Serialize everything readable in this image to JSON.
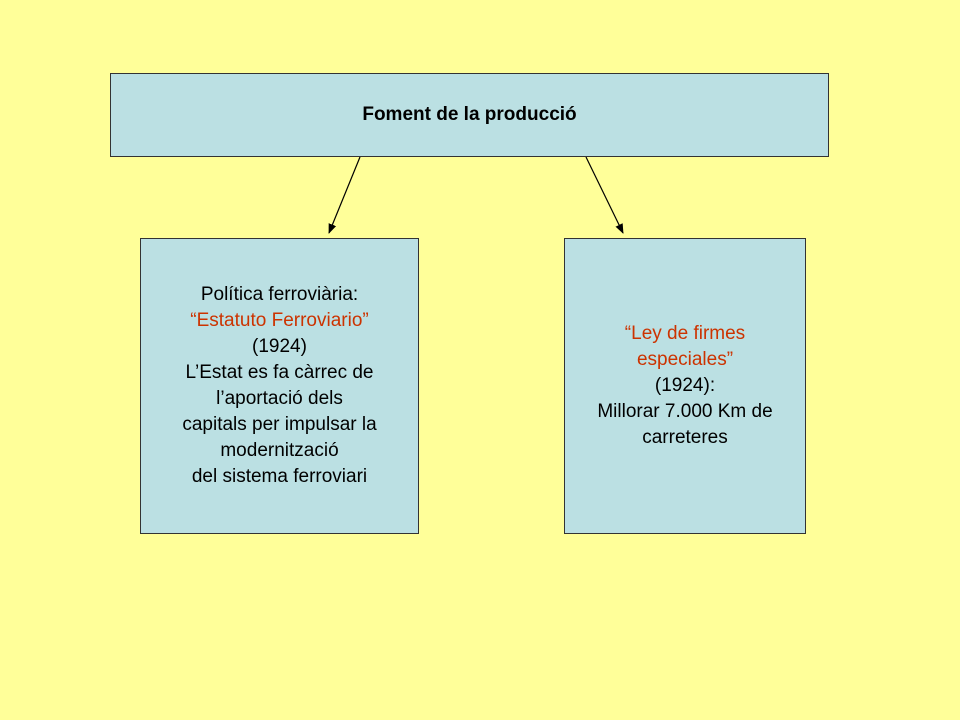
{
  "diagram": {
    "top": {
      "label": "Foment de la producció"
    },
    "left": {
      "line1": "Política ferroviària:",
      "quote_open": "“",
      "name": "Estatuto Ferroviario",
      "quote_close": "”",
      "year": "(1924)",
      "line4": "L’Estat es fa càrrec de",
      "line5": "l’aportació dels",
      "line6": "capitals per impulsar la",
      "line7": "modernització",
      "line8": "del sistema ferroviari"
    },
    "right": {
      "quote_open": "“",
      "name_line1": "Ley de firmes",
      "name_line2": "especiales",
      "quote_close": "”",
      "year": "(1924):",
      "line4": "Millorar 7.000 Km de",
      "line5": "carreteres"
    }
  },
  "colors": {
    "background": "#FFFF99",
    "box_fill": "#BBE0E3",
    "highlight_text": "#CC3300"
  }
}
